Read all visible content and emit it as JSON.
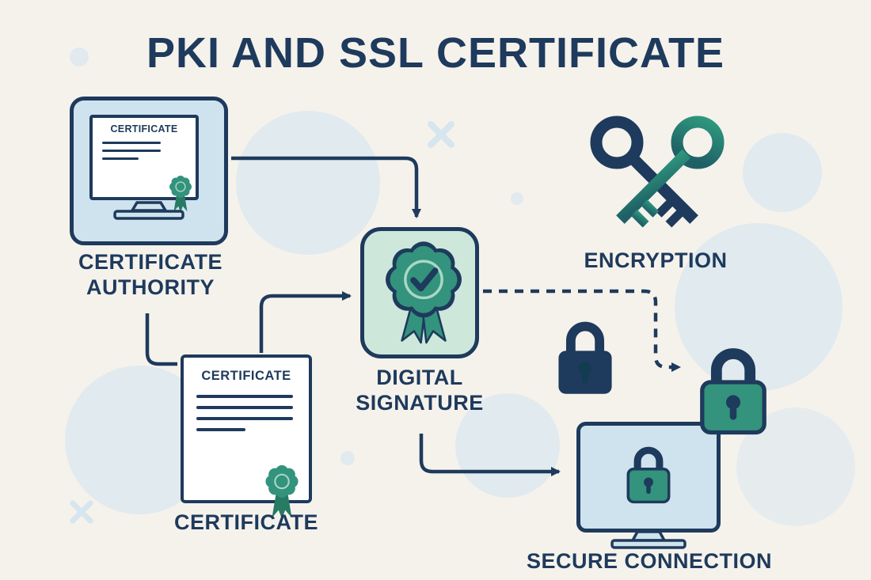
{
  "title": "PKI AND SSL CERTIFICATE",
  "colors": {
    "navy": "#1e3a5c",
    "teal": "#33937c",
    "teal_dark": "#277a64",
    "teal_light": "#a9d8c6",
    "keyhole": "#123c50",
    "box_blue": "#cfe3ee",
    "box_mint": "#cde8db",
    "bg": "#f5f2ec",
    "blob": "#d9e7f0",
    "white": "#ffffff"
  },
  "icons": {
    "certificate-monitor-icon": "monitor showing certificate with rosette seal",
    "rosette-seal-icon": "scalloped award seal with ribbons",
    "badge-check-icon": "rosette badge with checkmark",
    "key-icon": "crossed keys",
    "padlock-icon": "closed padlock",
    "secure-monitor-icon": "monitor with padlock on screen"
  },
  "nodes": {
    "certificate_authority": {
      "label": "CERTIFICATE AUTHORITY",
      "document_title": "CERTIFICATE"
    },
    "digital_signature": {
      "label": "DIGITAL SIGNATURE"
    },
    "encryption": {
      "label": "ENCRYPTION"
    },
    "certificate": {
      "label": "CERTIFICATE",
      "document_title": "CERTIFICATE"
    },
    "secure_connection": {
      "label": "SECURE CONNECTION"
    }
  }
}
